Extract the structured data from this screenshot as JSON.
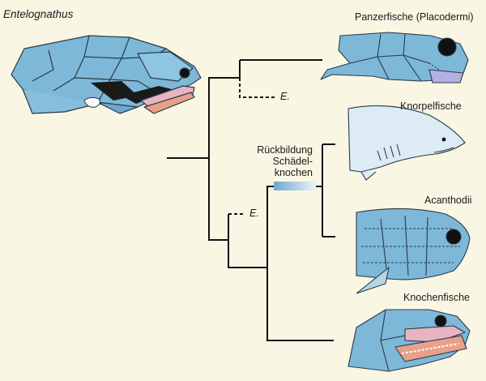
{
  "specimen_title": "Entelognathus",
  "taxa": {
    "placodermi": "Panzerfische (Placodermi)",
    "chondrichthyes": "Knorpelfische",
    "acanthodii": "Acanthodii",
    "osteichthyes": "Knochenfische"
  },
  "branch_markers": {
    "upper": "E.",
    "lower": "E."
  },
  "event_label": {
    "line1": "Rückbildung",
    "line2": "Schädel-",
    "line3": "knochen"
  },
  "colors": {
    "background": "#faf6e4",
    "bone_blue": "#7db8d8",
    "skin_light": "#dcebf4",
    "bone_outline": "#2a3a48",
    "pink_jaw": "#e8b4c4",
    "salmon_jaw": "#e8a08a",
    "lavender": "#b5aee0",
    "event_bar_start": "#7aafd0",
    "event_bar_end": "#e4eff6"
  }
}
